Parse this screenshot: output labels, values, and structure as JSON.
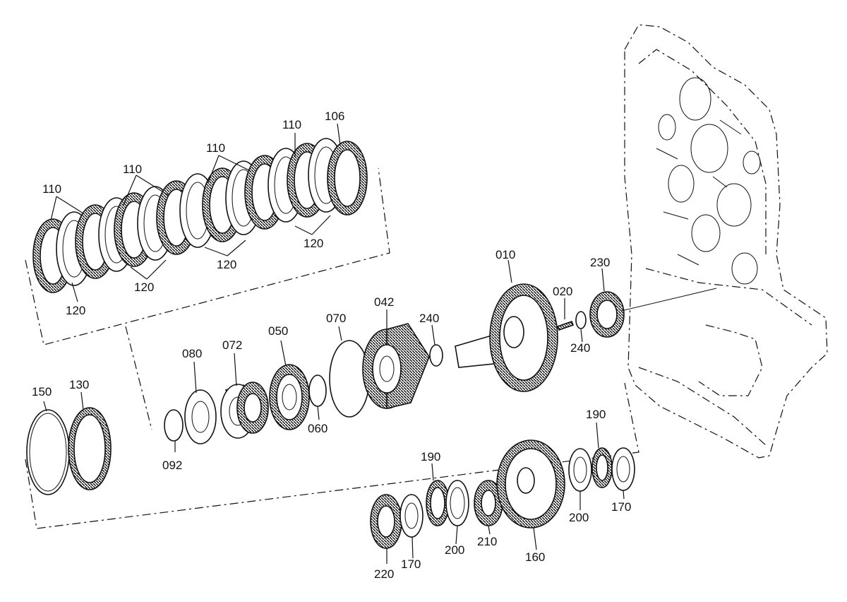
{
  "diagram": {
    "callouts": {
      "p010": "010",
      "p020": "020",
      "p042": "042",
      "p050": "050",
      "p060": "060",
      "p070": "070",
      "p072": "072",
      "p080": "080",
      "p092": "092",
      "p106": "106",
      "p110a": "110",
      "p110b": "110",
      "p110c": "110",
      "p110d": "110",
      "p120a": "120",
      "p120b": "120",
      "p120c": "120",
      "p120d": "120",
      "p130": "130",
      "p150": "150",
      "p160": "160",
      "p170a": "170",
      "p170b": "170",
      "p190a": "190",
      "p190b": "190",
      "p200a": "200",
      "p200b": "200",
      "p210": "210",
      "p220": "220",
      "p230": "230",
      "p240a": "240",
      "p240b": "240"
    }
  }
}
